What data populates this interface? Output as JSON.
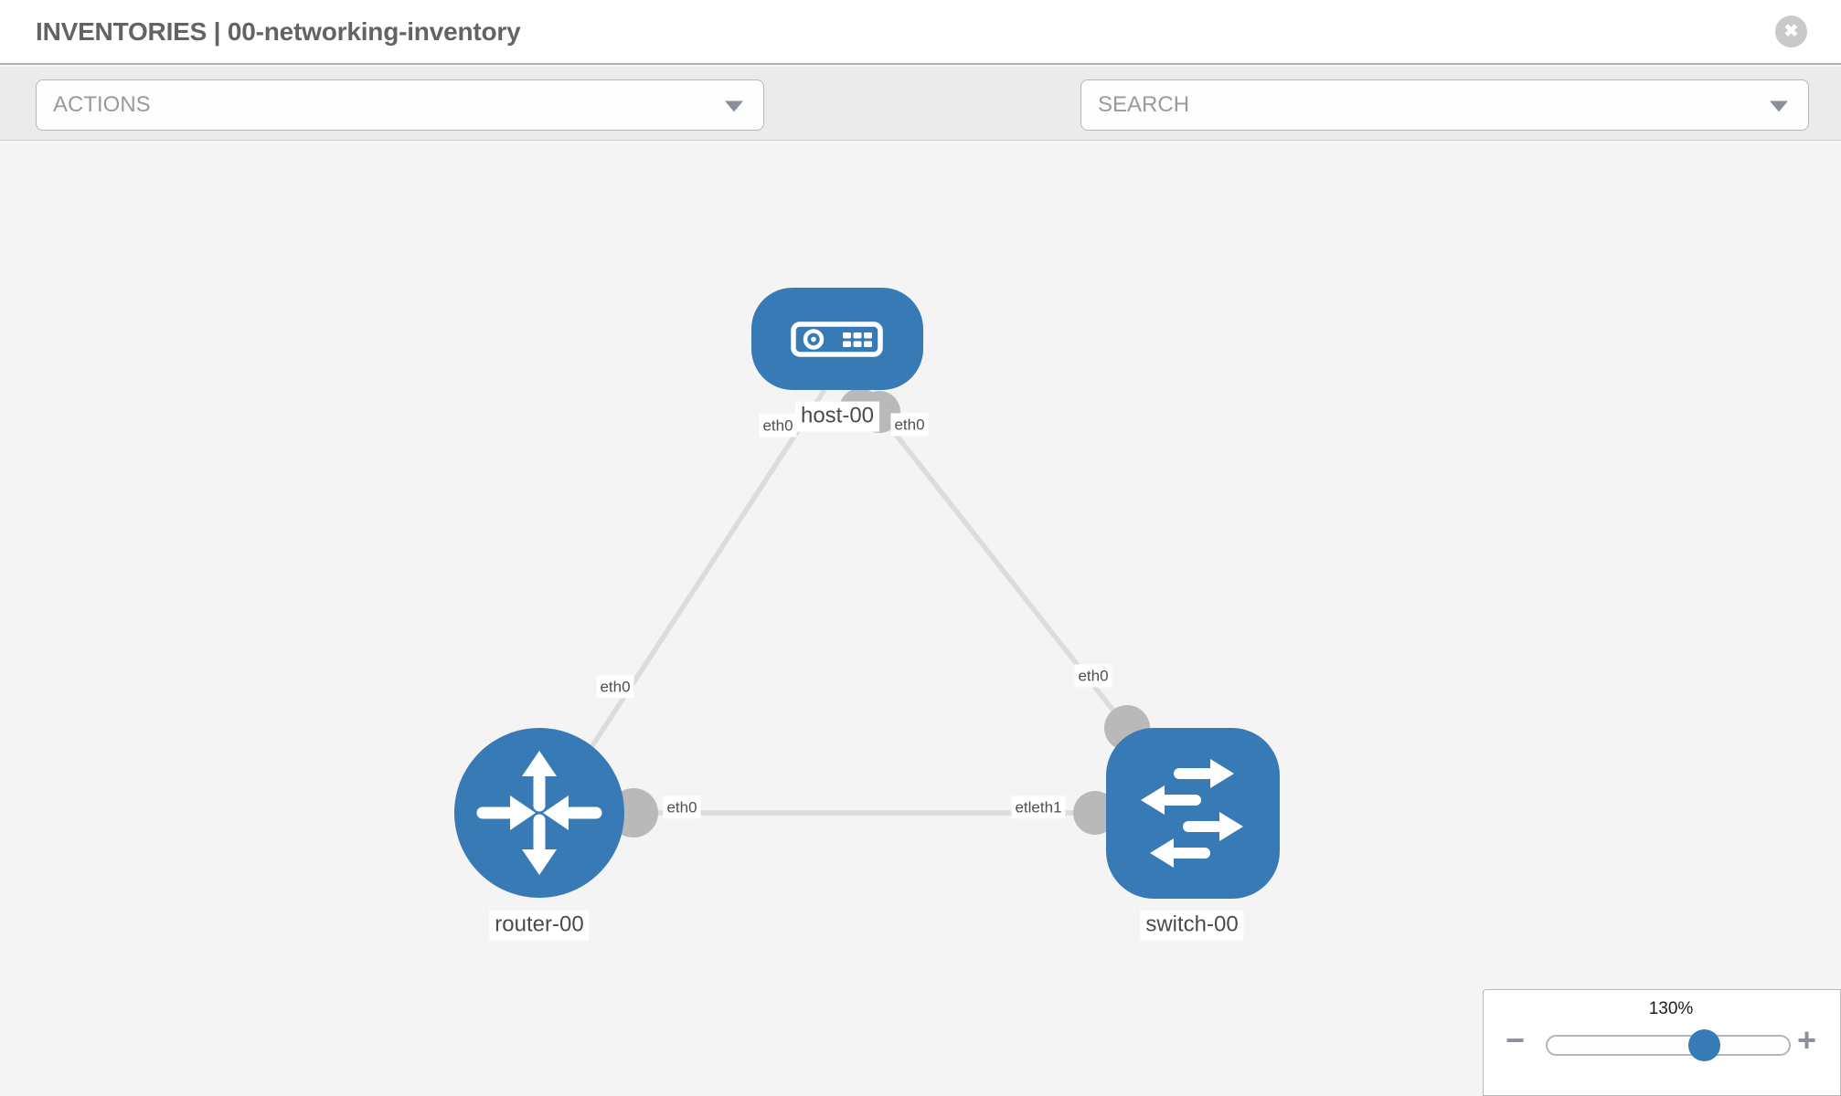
{
  "header": {
    "title": "INVENTORIES | 00-networking-inventory",
    "close_glyph": "✖"
  },
  "toolbar": {
    "actions_label": "ACTIONS",
    "search_label": "SEARCH",
    "icons": [
      "wrench-icon",
      "key-icon"
    ]
  },
  "colors": {
    "node_blue": "#377ab5",
    "link_gray": "#dcdcdc",
    "endpoint_gray": "#b9b9b9",
    "toolbar_bg": "#ebebeb",
    "canvas_bg": "#f4f4f4",
    "header_text": "#636363",
    "muted_text": "#9a9a9a",
    "icon_gray": "#8b909a"
  },
  "topology": {
    "nodes": [
      {
        "id": "host-00",
        "type": "host",
        "label": "host-00"
      },
      {
        "id": "router-00",
        "type": "router",
        "label": "router-00"
      },
      {
        "id": "switch-00",
        "type": "switch",
        "label": "switch-00"
      }
    ],
    "links": [
      {
        "from": "host-00",
        "to": "router-00"
      },
      {
        "from": "host-00",
        "to": "switch-00"
      },
      {
        "from": "router-00",
        "to": "switch-00"
      }
    ],
    "interface_labels": [
      {
        "text": "eth0"
      },
      {
        "text": "eth0"
      },
      {
        "text": "eth0"
      },
      {
        "text": "eth0"
      },
      {
        "text": "eth0"
      },
      {
        "text": "etleth1"
      }
    ]
  },
  "zoom_control": {
    "percent": "130%",
    "minus_glyph": "−",
    "plus_glyph": "+"
  }
}
